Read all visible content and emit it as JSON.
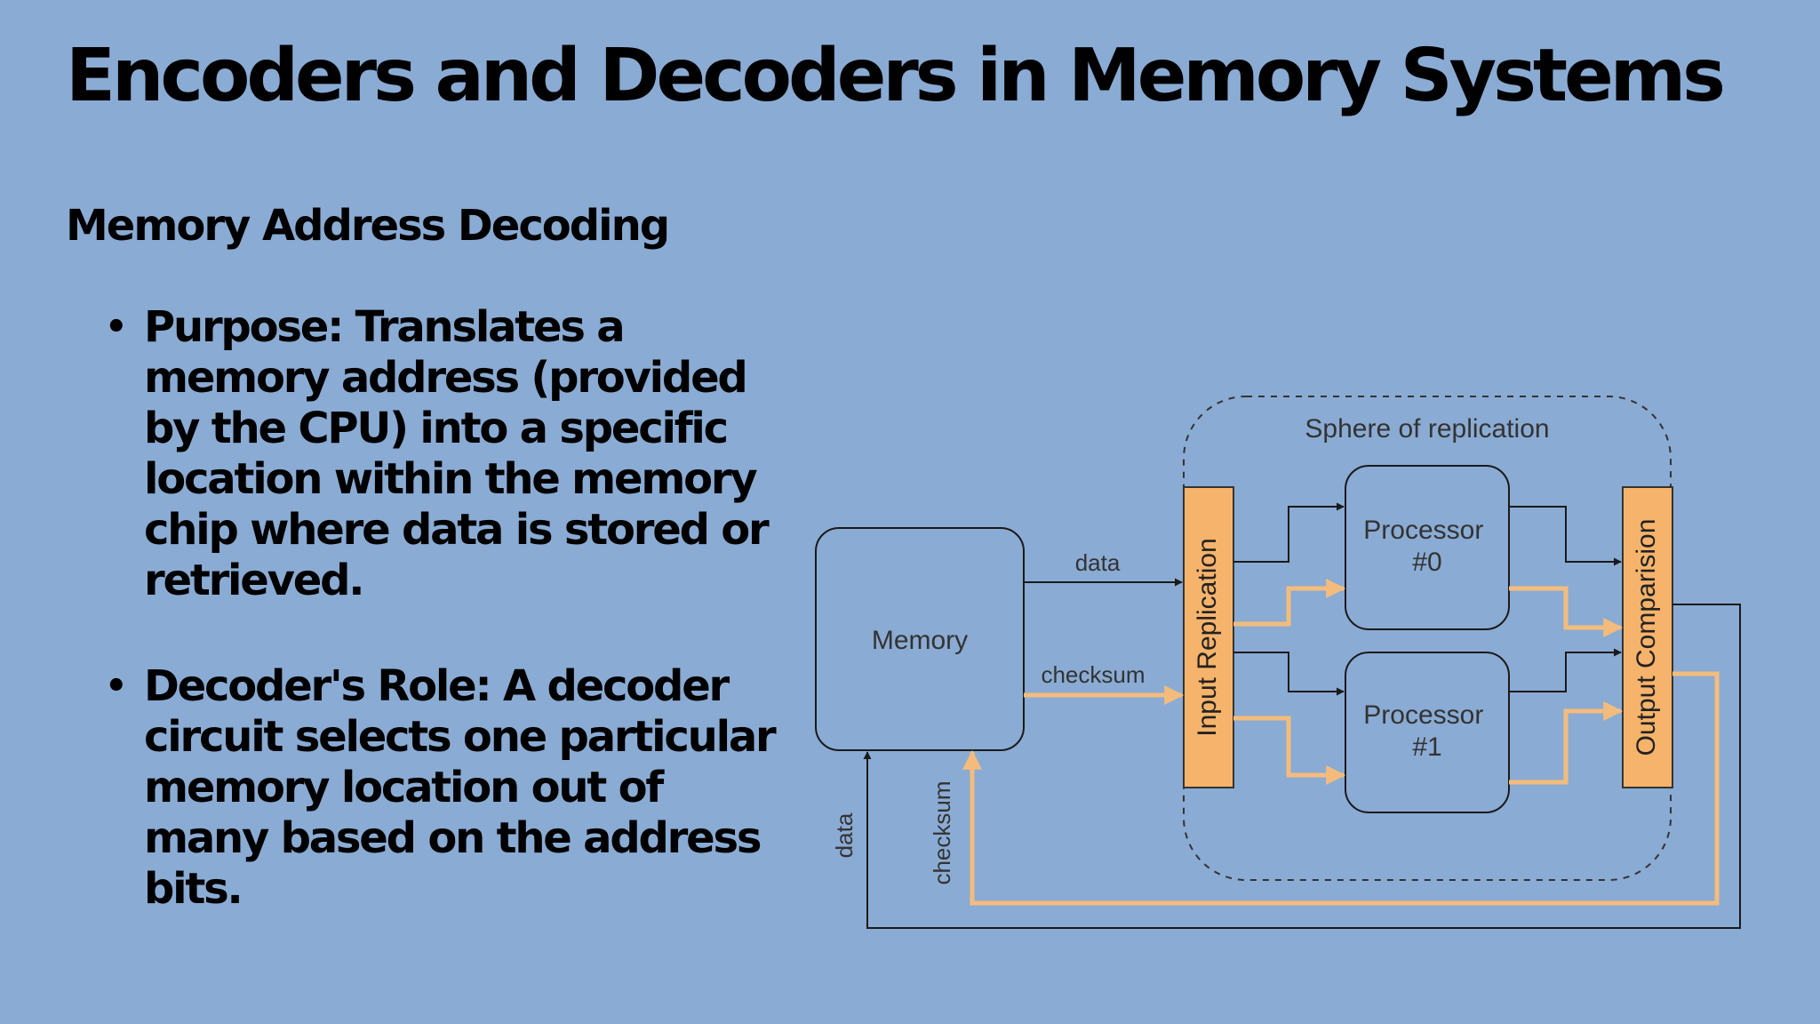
{
  "slide": {
    "title": "Encoders and Decoders in Memory Systems",
    "section_heading": "Memory Address Decoding",
    "bullets": [
      {
        "text": "Purpose: Translates a memory address (provided by the CPU) into a specific location within the memory chip where data is stored or retrieved."
      },
      {
        "text": "Decoder's Role: A decoder circuit selects one particular memory location out of many based on the address bits."
      }
    ]
  },
  "diagram": {
    "sphere_label": "Sphere of replication",
    "memory_label": "Memory",
    "input_replication_label": "Input Replication",
    "output_comparison_label": "Output Comparision",
    "processor0_label_line1": "Processor",
    "processor0_label_line2": "#0",
    "processor1_label_line1": "Processor",
    "processor1_label_line2": "#1",
    "data_label": "data",
    "checksum_label": "checksum",
    "return_data_label": "data",
    "return_checksum_label": "checksum",
    "colors": {
      "background": "#8aabd3",
      "box_fill": "#f6b36b",
      "checksum_line": "#f4bc7c",
      "data_line": "#1a1a1a"
    }
  }
}
